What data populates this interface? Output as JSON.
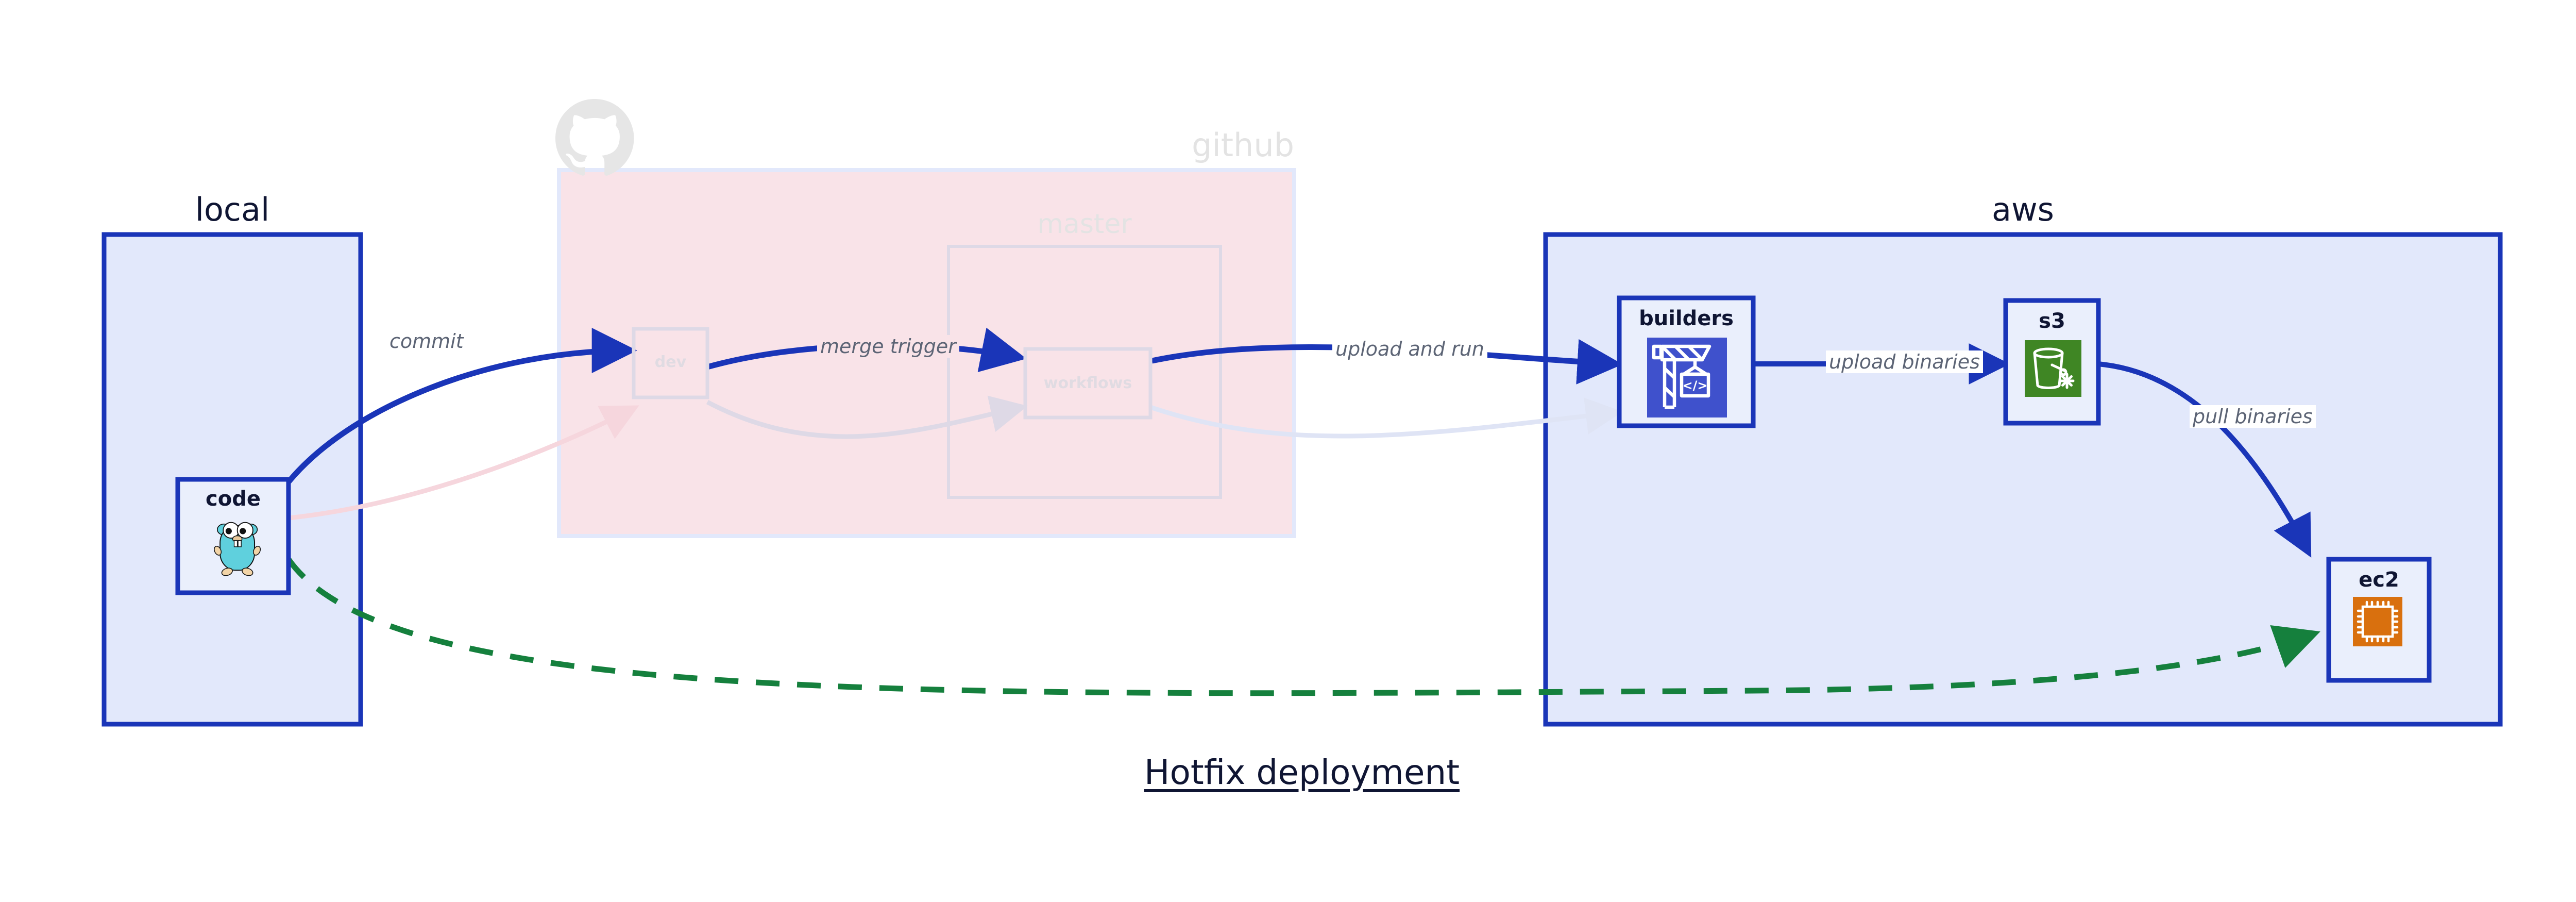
{
  "title": "Hotfix deployment",
  "zones": [
    {
      "id": "local",
      "label": "local",
      "fill": "#e2e8fb",
      "stroke": "#1a35b8",
      "label_align": "center",
      "faded": false
    },
    {
      "id": "github",
      "label": "github",
      "fill": "#f9e3e8",
      "stroke": "#e2e8fb",
      "label_align": "right",
      "faded": true
    },
    {
      "id": "aws",
      "label": "aws",
      "fill": "#e2e8fb",
      "stroke": "#1a35b8",
      "label_align": "center",
      "faded": false
    }
  ],
  "subzones": [
    {
      "id": "master",
      "label": "master",
      "parent": "github",
      "fill": "none",
      "stroke": "#ded9e6",
      "faded": true
    }
  ],
  "nodes": [
    {
      "id": "code",
      "label": "code",
      "zone": "local",
      "icon": "go-gopher-icon",
      "faded": false,
      "fill": "#eaeffc",
      "stroke": "#1a35b8"
    },
    {
      "id": "dev",
      "label": "dev",
      "zone": "github",
      "icon": null,
      "faded": true,
      "fill": "none",
      "stroke": "#ded9e6"
    },
    {
      "id": "workflows",
      "label": "workflows",
      "zone": "master",
      "icon": null,
      "faded": true,
      "fill": "none",
      "stroke": "#ded9e6"
    },
    {
      "id": "builders",
      "label": "builders",
      "zone": "aws",
      "icon": "crane-code-icon",
      "faded": false,
      "fill": "#eaeffc",
      "stroke": "#1a35b8"
    },
    {
      "id": "s3",
      "label": "s3",
      "zone": "aws",
      "icon": "s3-bucket-icon",
      "faded": false,
      "fill": "#eaeffc",
      "stroke": "#1a35b8"
    },
    {
      "id": "ec2",
      "label": "ec2",
      "zone": "aws",
      "icon": "cpu-chip-icon",
      "faded": false,
      "fill": "#eaeffc",
      "stroke": "#1a35b8"
    }
  ],
  "edges": [
    {
      "id": "e1",
      "from": "code",
      "to": "dev",
      "label": "commit",
      "style": "solid",
      "color": "#1a35b8",
      "faded": false
    },
    {
      "id": "e2",
      "from": "dev",
      "to": "workflows",
      "label": "merge trigger",
      "style": "solid",
      "color": "#1a35b8",
      "faded": false
    },
    {
      "id": "e3",
      "from": "workflows",
      "to": "builders",
      "label": "upload and run",
      "style": "solid",
      "color": "#1a35b8",
      "faded": false
    },
    {
      "id": "e4",
      "from": "builders",
      "to": "s3",
      "label": "upload binaries",
      "style": "solid",
      "color": "#1a35b8",
      "faded": false
    },
    {
      "id": "e5",
      "from": "s3",
      "to": "ec2",
      "label": "pull binaries",
      "style": "solid",
      "color": "#1a35b8",
      "faded": false
    },
    {
      "id": "e6",
      "from": "code",
      "to": "ec2",
      "label": "",
      "style": "dashed",
      "color": "#15803d",
      "faded": false
    },
    {
      "id": "e7",
      "from": "code",
      "to": "dev",
      "label": "",
      "style": "solid",
      "color": "#f6d6dd",
      "faded": true
    },
    {
      "id": "e8",
      "from": "dev",
      "to": "workflows",
      "label": "",
      "style": "solid",
      "color": "#ded9e6",
      "faded": true
    },
    {
      "id": "e9",
      "from": "workflows",
      "to": "builders",
      "label": "",
      "style": "solid",
      "color": "#dfe4f5",
      "faded": true
    }
  ],
  "colors": {
    "accent_blue": "#1a35b8",
    "zone_blue_fill": "#e2e8fb",
    "zone_pink_fill": "#f9e3e8",
    "green_dashed": "#15803d",
    "label_gray": "#5c6475",
    "faded_gray": "#e3e3e3",
    "text_dark": "#0f1533",
    "s3_green": "#3f8624",
    "builders_indigo": "#3f51cc",
    "ec2_orange": "#d9700e",
    "gopher_teal": "#5fd0dd"
  },
  "icons": {
    "github_logo": "github-octocat-icon"
  }
}
